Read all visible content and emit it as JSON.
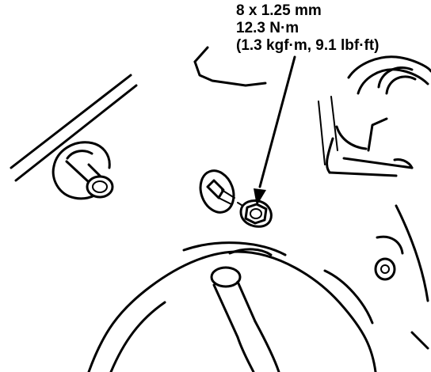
{
  "callout": {
    "size": "8 x 1.25 mm",
    "torque_nm": "12.3 N·m",
    "torque_alt": "(1.3 kgf·m, 9.1 lbf·ft)"
  }
}
